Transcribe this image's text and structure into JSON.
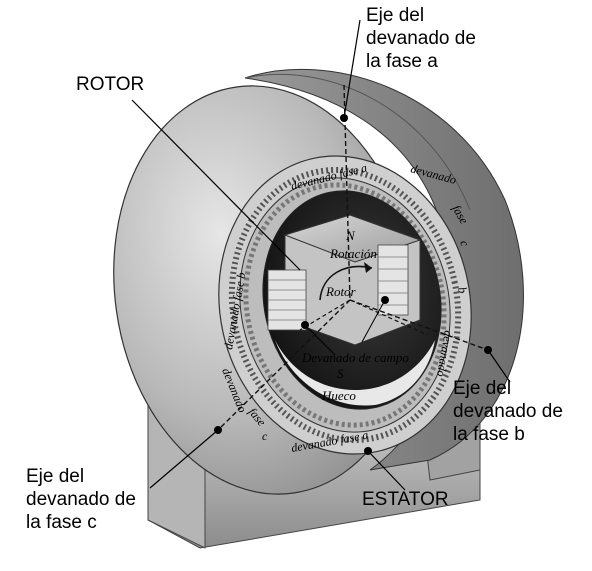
{
  "callouts": {
    "axis_a": [
      "Eje del",
      "devanado de",
      "la fase a"
    ],
    "rotor": "ROTOR",
    "axis_b": [
      "Eje del",
      "devanado de",
      "la fase b"
    ],
    "axis_c": [
      "Eje del",
      "devanado de",
      "la fase c"
    ],
    "stator": "ESTATOR"
  },
  "inner_labels": {
    "north": "N",
    "south": "S",
    "rotation": "Rotación",
    "rotor": "Rotor",
    "field_winding": "Devanado de campo",
    "gap": "Hueco"
  },
  "ring_labels": {
    "winding_a_top": "devanado fase a",
    "winding_top_right": "devanado",
    "fase_right": "fase",
    "letter_c": "c",
    "letter_b": "b",
    "winding_right": "devanado",
    "winding_left": "devanado fase b",
    "winding_bottom_left": "devanado",
    "fase_bottom_left": "fase",
    "letter_c_bottom": "c",
    "winding_a_bottom": "devanado fase a"
  },
  "colors": {
    "housing": "#bdbdbd",
    "housing_dark": "#7a7a7a",
    "ring": "#d0d0d0",
    "cavity": "#262626"
  }
}
